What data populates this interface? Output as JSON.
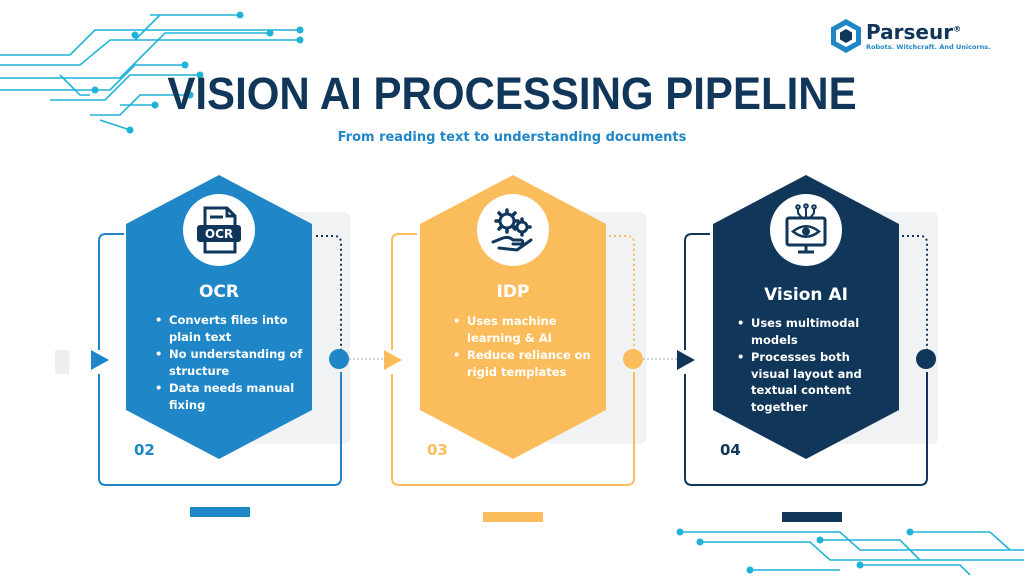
{
  "brand": {
    "name": "Parseur",
    "registered": "®",
    "tagline": "Robots. Witchcraft. And Unicorns."
  },
  "header": {
    "title": "VISION AI PROCESSING PIPELINE",
    "subtitle": "From reading text to understanding documents"
  },
  "colors": {
    "navy": "#10365a",
    "blue": "#1f86c7",
    "yellow": "#fbbd5b"
  },
  "steps": [
    {
      "number": "02",
      "title": "OCR",
      "icon": "ocr-document-icon",
      "icon_text": "OCR",
      "color": "#1f86c7",
      "bullets": [
        "Converts files into plain text",
        "No understanding of structure",
        "Data needs manual fixing"
      ]
    },
    {
      "number": "03",
      "title": "IDP",
      "icon": "gears-hand-icon",
      "color": "#fbbd5b",
      "bullets": [
        "Uses machine learning & AI",
        "Reduce reliance on rigid templates"
      ]
    },
    {
      "number": "04",
      "title": "Vision AI",
      "icon": "eye-monitor-icon",
      "color": "#10365a",
      "bullets": [
        "Uses multimodal models",
        "Processes both visual layout and textual content together"
      ]
    }
  ]
}
